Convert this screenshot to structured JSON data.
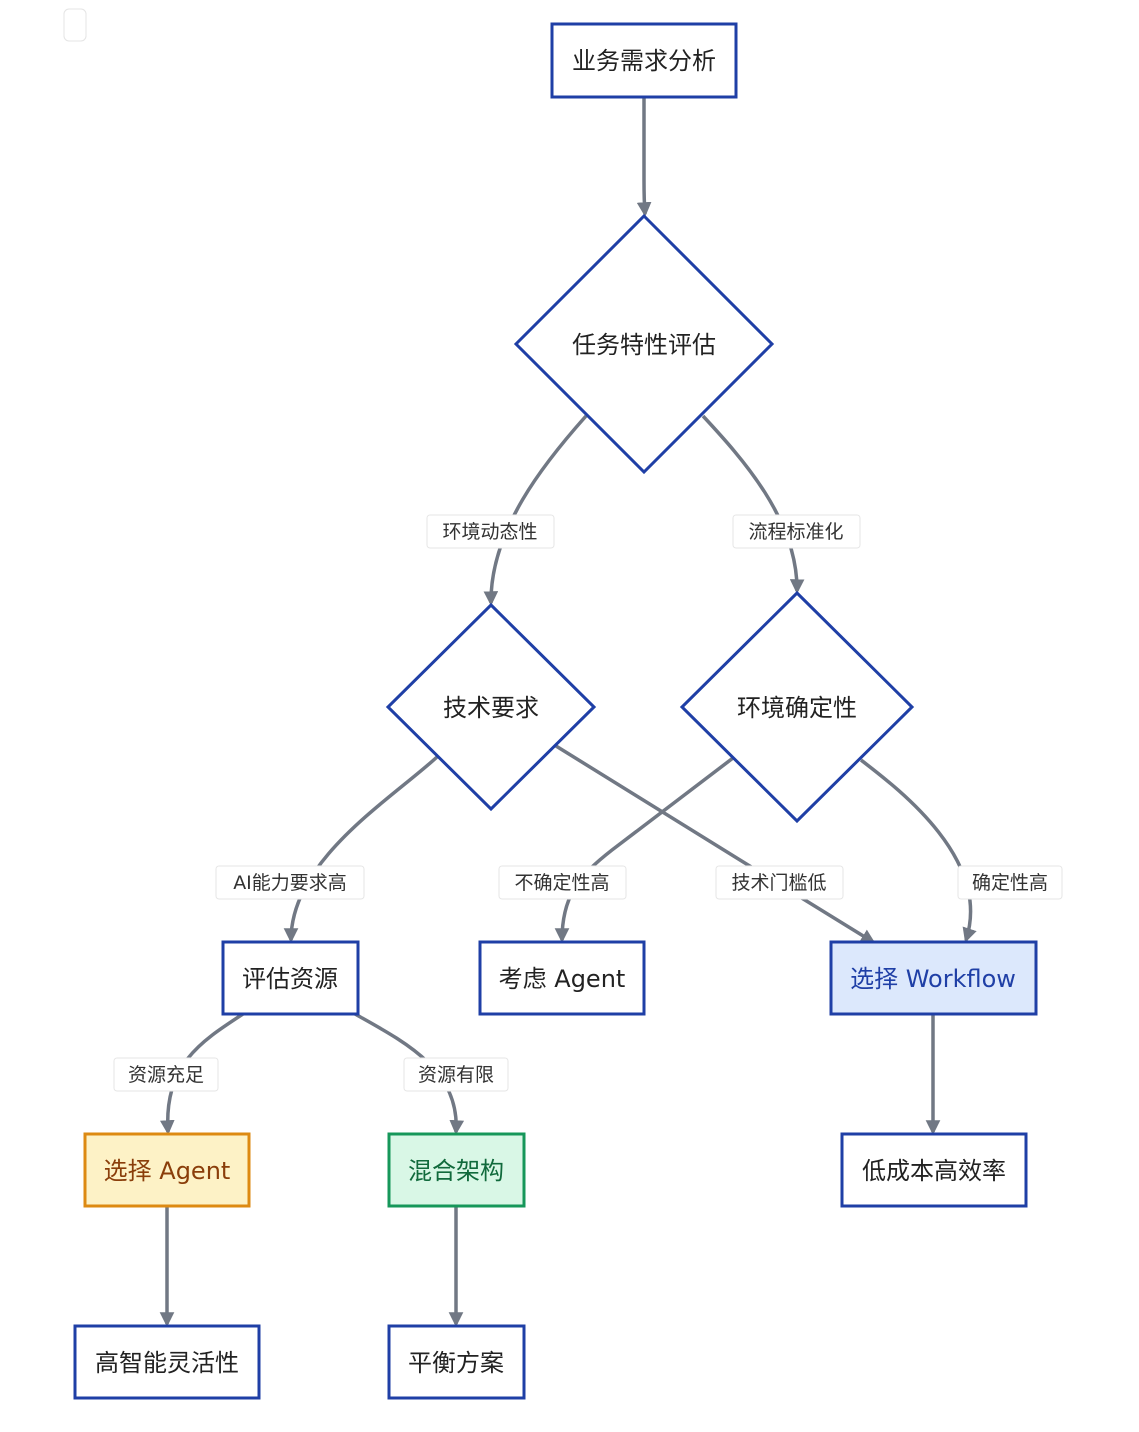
{
  "nodes": {
    "n1": "业务需求分析",
    "n2": "任务特性评估",
    "n3": "技术要求",
    "n4": "环境确定性",
    "n5": "评估资源",
    "n6": "考虑 Agent",
    "n7": "选择 Workflow",
    "n8": "选择 Agent",
    "n9": "混合架构",
    "n10": "低成本高效率",
    "n11": "高智能灵活性",
    "n12": "平衡方案"
  },
  "edges": {
    "e2": "环境动态性",
    "e3": "流程标准化",
    "e4": "AI能力要求高",
    "e5": "技术门槛低",
    "e6": "不确定性高",
    "e7": "确定性高",
    "e8": "资源充足",
    "e9": "资源有限"
  },
  "colors": {
    "edge": "#717884",
    "default_border": "#1f3fa6",
    "workflow_fill": "#dce8fc",
    "workflow_text": "#1f3fa6",
    "agent_fill": "#fdf2c6",
    "agent_border": "#dd8a12",
    "agent_text": "#8a3e0a",
    "hybrid_fill": "#d9f7e6",
    "hybrid_border": "#16975a",
    "hybrid_text": "#116a3c"
  }
}
